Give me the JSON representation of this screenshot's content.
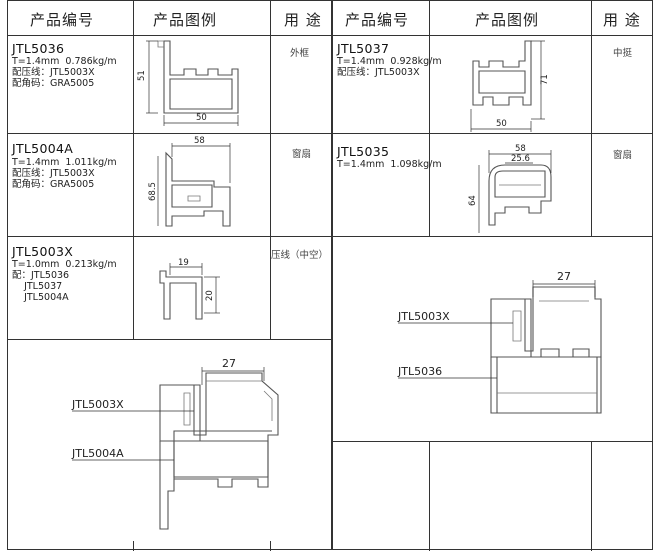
{
  "left_table": {
    "headers": {
      "code": "产品编号",
      "drawing": "产品图例",
      "usage": "用 途"
    },
    "rows": [
      {
        "code": "JTL5036",
        "spec_lines": [
          "T=1.4mm  0.786kg/m",
          "配压线：JTL5003X",
          "配角码：GRA5005"
        ],
        "usage": "外框",
        "dims": [
          "51",
          "50"
        ]
      },
      {
        "code": "JTL5004A",
        "spec_lines": [
          "T=1.4mm  1.011kg/m",
          "配压线：JTL5003X",
          "配角码：GRA5005"
        ],
        "usage": "窗扇",
        "dims": [
          "58",
          "68.5"
        ]
      },
      {
        "code": "JTL5003X",
        "spec_lines": [
          "T=1.0mm  0.213kg/m",
          "配：JTL5036",
          "    JTL5037",
          "    JTL5004A"
        ],
        "usage": "压线（中空）",
        "dims": [
          "19",
          "20"
        ]
      }
    ],
    "assembly": {
      "dim": "27",
      "labels": [
        "JTL5003X",
        "JTL5004A"
      ]
    }
  },
  "right_table": {
    "headers": {
      "code": "产品编号",
      "drawing": "产品图例",
      "usage": "用 途"
    },
    "rows": [
      {
        "code": "JTL5037",
        "spec_lines": [
          "T=1.4mm  0.928kg/m",
          "配压线：JTL5003X"
        ],
        "usage": "中挺",
        "dims": [
          "71",
          "50"
        ]
      },
      {
        "code": "JTL5035",
        "spec_lines": [
          "T=1.4mm  1.098kg/m"
        ],
        "usage": "窗扇",
        "dims": [
          "58",
          "25.6",
          "64"
        ]
      }
    ],
    "assembly": {
      "dim": "27",
      "labels": [
        "JTL5003X",
        "JTL5036"
      ]
    }
  }
}
